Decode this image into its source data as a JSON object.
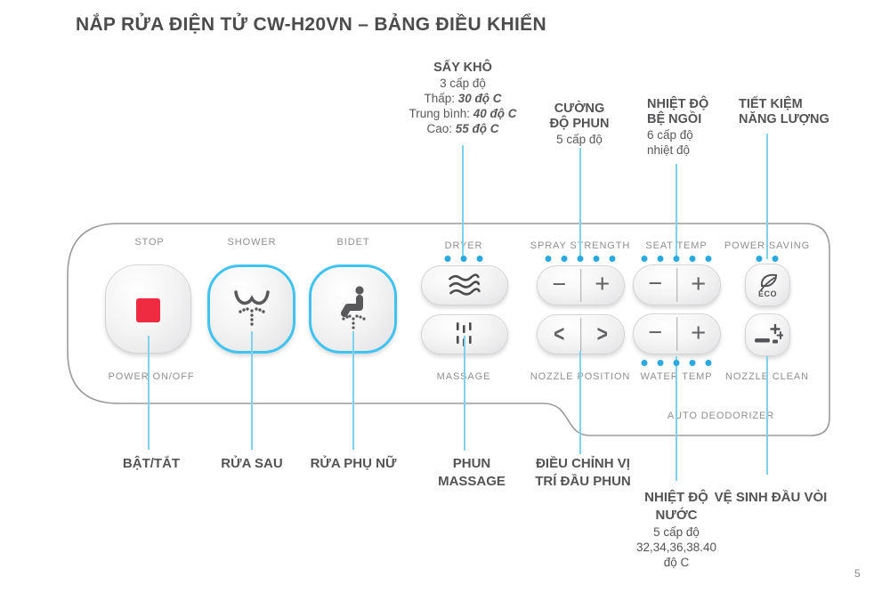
{
  "title": "NẮP RỬA ĐIỆN TỬ CW-H20VN – BẢNG ĐIỀU KHIỂN",
  "page_number": "5",
  "colors": {
    "accent_cyan": "#3fc3f0",
    "dot_blue": "#2aa9e0",
    "leader_line": "#7fd2ec",
    "stop_red": "#ef2b42"
  },
  "top_annotations": {
    "dryer": {
      "title": "SẤY KHÔ",
      "subtitle": "3 cấp độ",
      "levels": [
        {
          "label": "Thấp:",
          "value": "30 độ C"
        },
        {
          "label": "Trung bình:",
          "value": "40 độ C"
        },
        {
          "label": "Cao:",
          "value": "55 độ C"
        }
      ]
    },
    "spray_strength": {
      "title_line1": "CƯỜNG",
      "title_line2": "ĐỘ PHUN",
      "subtitle": "5 cấp độ"
    },
    "seat_temp": {
      "title_line1": "NHIỆT ĐỘ",
      "title_line2": "BỆ NGỒI",
      "subtitle_line1": "6 cấp độ",
      "subtitle_line2": "nhiệt độ"
    },
    "power_saving": {
      "title_line1": "TIẾT KIỆM",
      "title_line2": "NĂNG LƯỢNG"
    }
  },
  "panel": {
    "stop": {
      "label": "STOP",
      "sublabel": "POWER ON/OFF"
    },
    "shower": {
      "label": "SHOWER"
    },
    "bidet": {
      "label": "BIDET"
    },
    "dryer": {
      "label": "DRYER",
      "dots": 3
    },
    "massage": {
      "label": "MASSAGE"
    },
    "spray_strength": {
      "label": "SPRAY STRENGTH",
      "dots": 5,
      "minus": "−",
      "plus": "+"
    },
    "nozzle_position": {
      "label": "NOZZLE POSITION",
      "left": "<",
      "right": ">"
    },
    "seat_temp": {
      "label": "SEAT TEMP",
      "dots": 5,
      "minus": "−",
      "plus": "+"
    },
    "water_temp": {
      "label": "WATER TEMP",
      "dots": 5,
      "minus": "−",
      "plus": "+"
    },
    "power_saving": {
      "label": "POWER SAVING",
      "dots": 2,
      "eco_text": "ECO"
    },
    "nozzle_clean": {
      "label": "NOZZLE CLEAN"
    },
    "auto_deodorizer": {
      "label": "AUTO DEODORIZER"
    }
  },
  "bottom_annotations": {
    "stop": "BẬT/TẮT",
    "shower": "RỬA SAU",
    "bidet": "RỬA PHỤ NỮ",
    "massage": {
      "line1": "PHUN",
      "line2": "MASSAGE"
    },
    "nozzle_position": {
      "line1": "ĐIỀU CHỈNH VỊ",
      "line2": "TRÍ ĐẦU PHUN"
    },
    "water_temp": {
      "title_line1": "NHIỆT ĐỘ",
      "title_line2": "NƯỚC",
      "subtitle1": "5 cấp độ",
      "subtitle2": "32,34,36,38.40",
      "subtitle3": "độ C"
    },
    "nozzle_clean": "VỆ SINH ĐẦU VÒI"
  }
}
